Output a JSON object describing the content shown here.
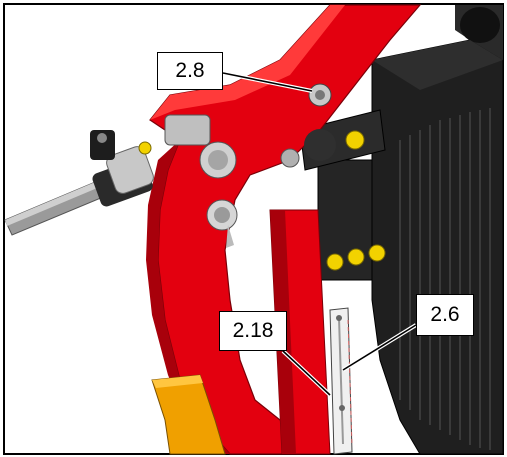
{
  "callouts": [
    {
      "id": "1",
      "label": "2.8"
    },
    {
      "id": "2",
      "label": "2.6"
    },
    {
      "id": "3",
      "label": "2.18"
    }
  ],
  "colors": {
    "frame_red": "#e3000f",
    "frame_red_shadow": "#a8000b",
    "motor_black": "#1e1e1e",
    "bolt_yellow": "#f2d200",
    "blade_orange": "#f0a000",
    "scale_white": "#f0f0f0"
  }
}
